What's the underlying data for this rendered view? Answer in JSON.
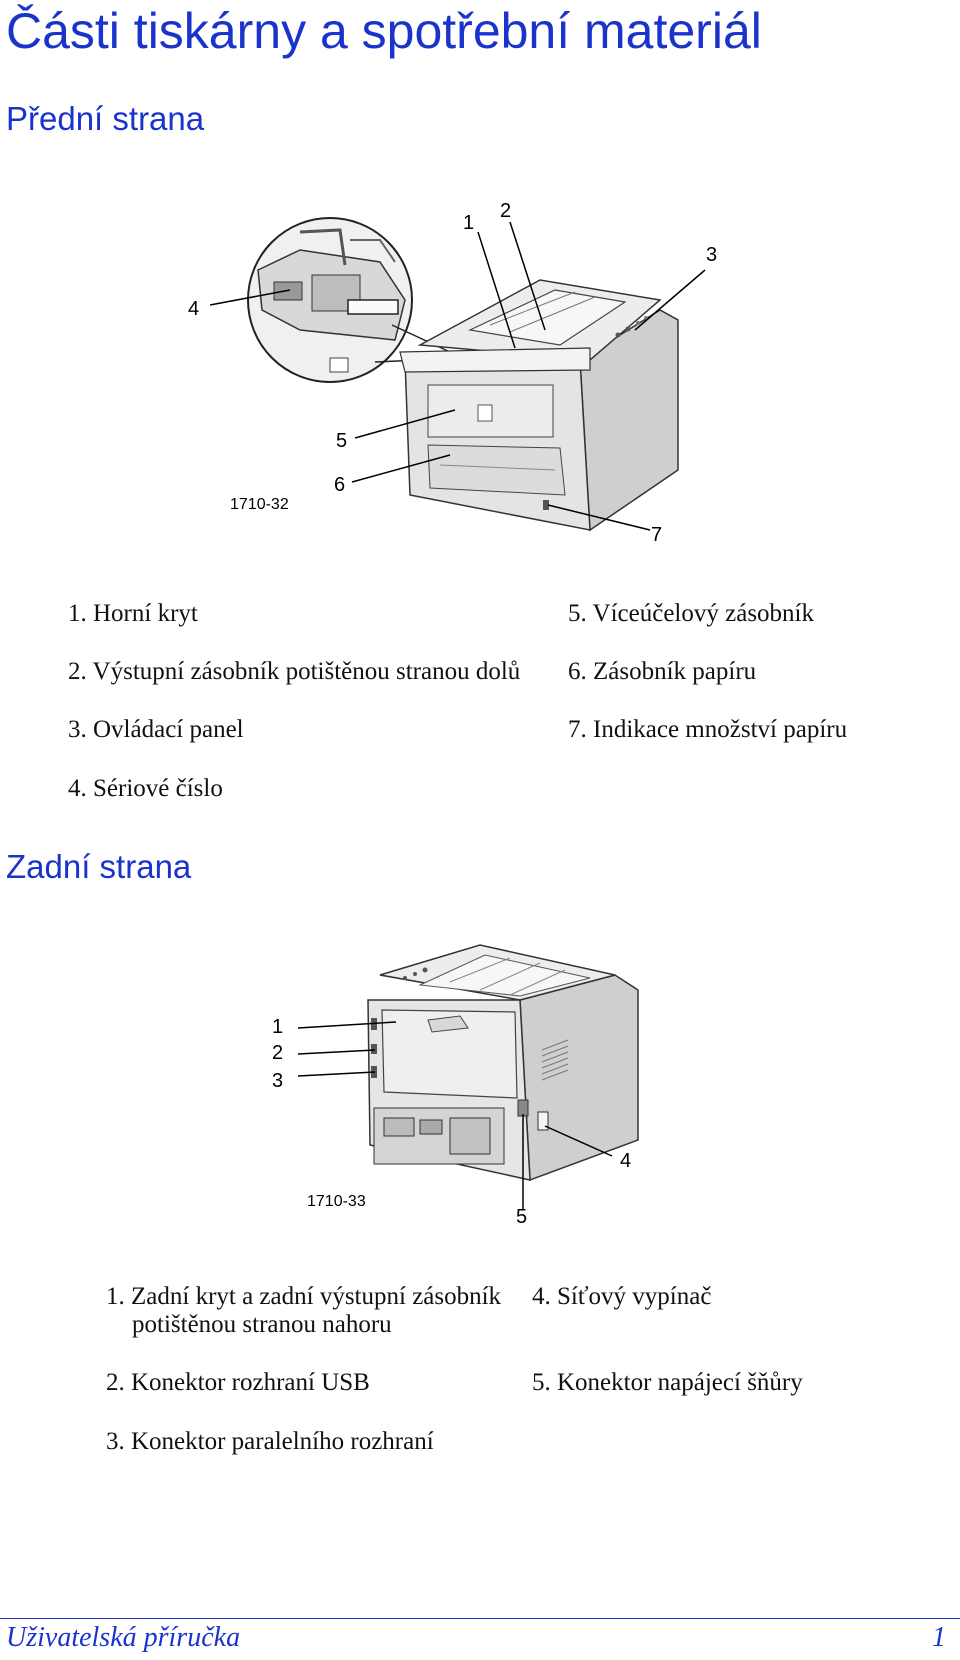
{
  "title": "Části tiskárny a spotřební materiál",
  "front": {
    "heading": "Přední strana",
    "figure_code": "1710-32",
    "callouts": [
      "1",
      "2",
      "3",
      "4",
      "5",
      "6",
      "7"
    ],
    "items": [
      "1. Horní kryt",
      "2. Výstupní zásobník potištěnou stranou dolů",
      "3. Ovládací panel",
      "4. Sériové číslo",
      "5. Víceúčelový zásobník",
      "6. Zásobník papíru",
      "7. Indikace množství papíru"
    ]
  },
  "rear": {
    "heading": "Zadní strana",
    "figure_code": "1710-33",
    "callouts": [
      "1",
      "2",
      "3",
      "4",
      "5"
    ],
    "items": [
      "1. Zadní kryt a zadní výstupní zásobník",
      "potištěnou stranou nahoru",
      "2. Konektor rozhraní USB",
      "3. Konektor paralelního rozhraní",
      "4. Síťový vypínač",
      "5. Konektor napájecí šňůry"
    ]
  },
  "footer": {
    "left": "Uživatelská příručka",
    "right": "1"
  },
  "colors": {
    "heading": "#1a33cc",
    "printer_body": "#e4e4e4",
    "printer_shade": "#c8c8c8"
  }
}
